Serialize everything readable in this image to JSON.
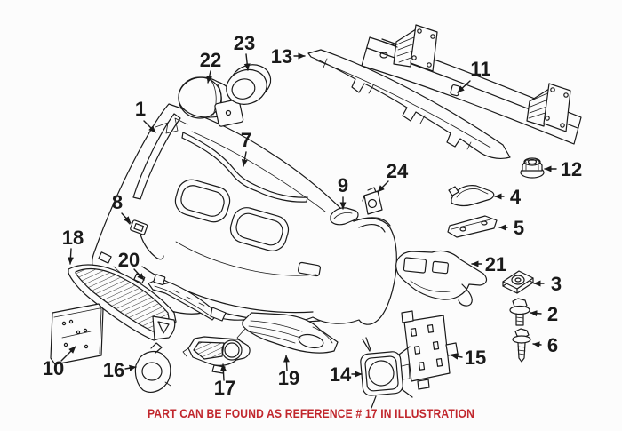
{
  "diagram": {
    "caption": "PART CAN BE FOUND AS REFERENCE # 17 IN ILLUSTRATION",
    "colors": {
      "background": "#fcfcfc",
      "line_art": "#1a1a1a",
      "caption_red": "#c1272d"
    },
    "callouts": {
      "1": "1",
      "2": "2",
      "3": "3",
      "4": "4",
      "5": "5",
      "6": "6",
      "7": "7",
      "8": "8",
      "9": "9",
      "10": "10",
      "11": "11",
      "12": "12",
      "13": "13",
      "14": "14",
      "15": "15",
      "16": "16",
      "17": "17",
      "18": "18",
      "19": "19",
      "20": "20",
      "21": "21",
      "22": "22",
      "23": "23",
      "24": "24"
    }
  }
}
